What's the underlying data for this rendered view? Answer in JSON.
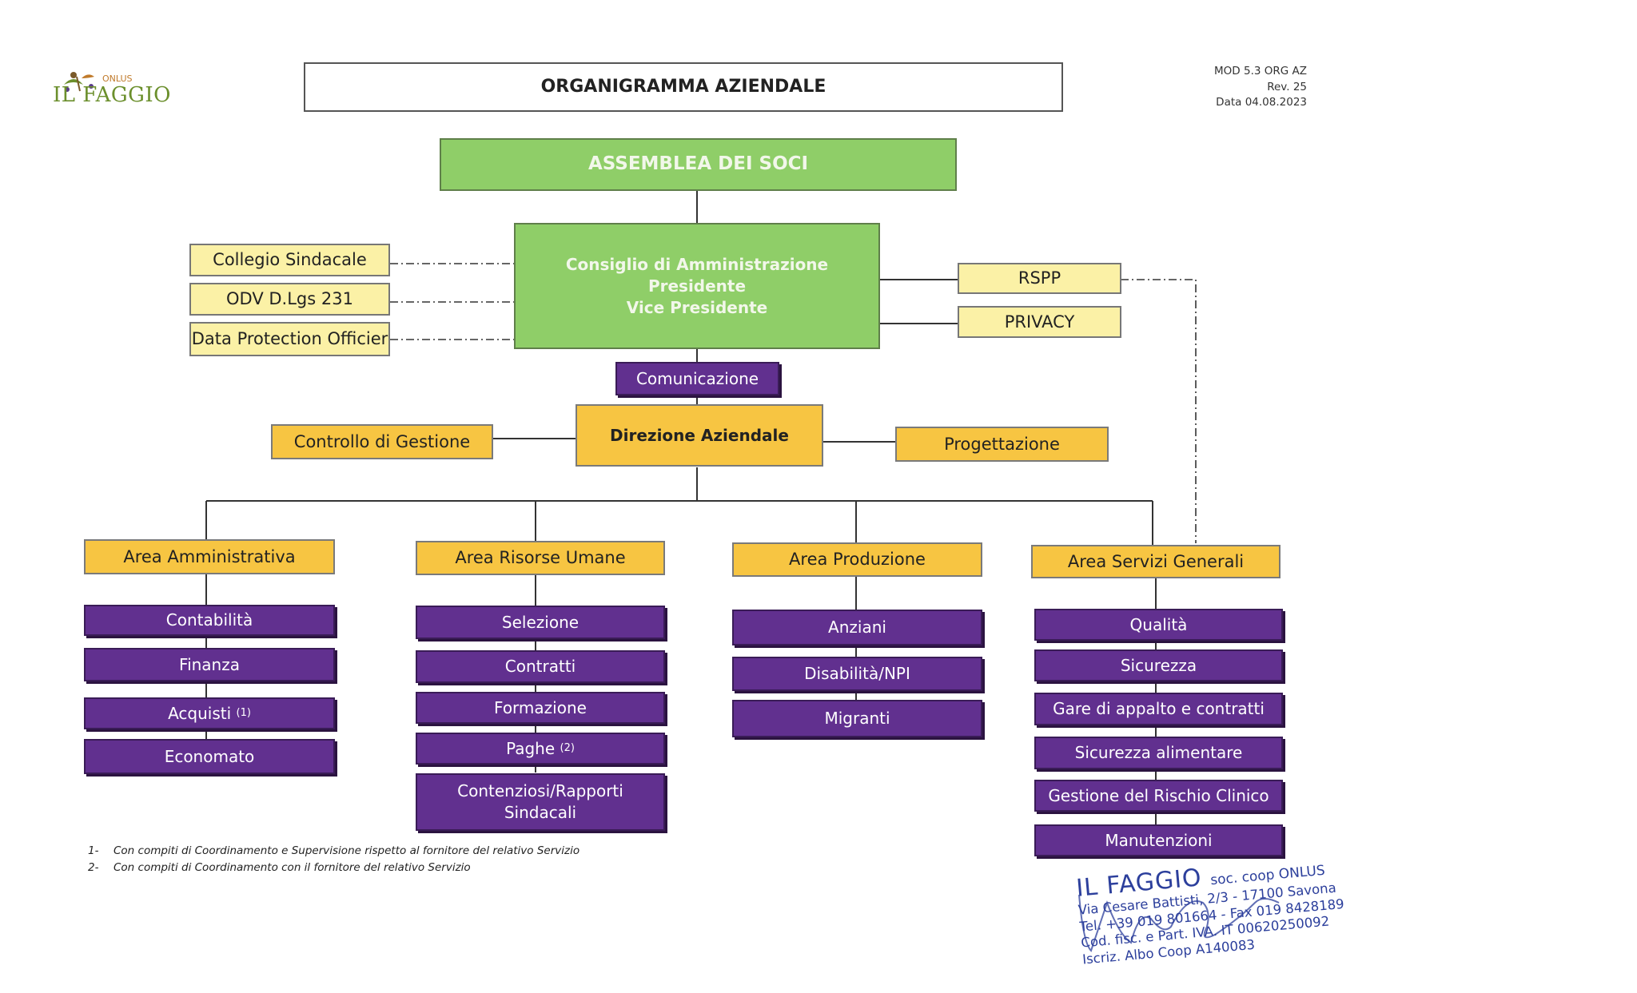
{
  "header": {
    "title": "ORGANIGRAMMA AZIENDALE",
    "ref": [
      "MOD 5.3 ORG AZ",
      "Rev. 25",
      "Data 04.08.2023"
    ]
  },
  "logo": {
    "text": "IL FAGGIO",
    "small": "ONLUS"
  },
  "top": {
    "assembly": "ASSEMBLEA DEI SOCI",
    "board": [
      "Consiglio di Amministrazione",
      "Presidente",
      "Vice Presidente"
    ]
  },
  "left_bodies": [
    "Collegio Sindacale",
    "ODV D.Lgs 231",
    "Data Protection Officier"
  ],
  "right_bodies": [
    "RSPP",
    "PRIVACY"
  ],
  "communication": "Comunicazione",
  "direction": {
    "center": "Direzione Aziendale",
    "left": "Controllo di Gestione",
    "right": "Progettazione"
  },
  "areas": [
    {
      "name": "Area Amministrativa",
      "units": [
        {
          "label": "Contabilità",
          "note": ""
        },
        {
          "label": "Finanza",
          "note": ""
        },
        {
          "label": "Acquisti",
          "note": "(1)"
        },
        {
          "label": "Economato",
          "note": ""
        }
      ]
    },
    {
      "name": "Area Risorse Umane",
      "units": [
        {
          "label": "Selezione",
          "note": ""
        },
        {
          "label": "Contratti",
          "note": ""
        },
        {
          "label": "Formazione",
          "note": ""
        },
        {
          "label": "Paghe",
          "note": "(2)"
        },
        {
          "label": "Contenziosi/Rapporti\nSindacali",
          "note": ""
        }
      ]
    },
    {
      "name": "Area Produzione",
      "units": [
        {
          "label": "Anziani",
          "note": ""
        },
        {
          "label": "Disabilità/NPI",
          "note": ""
        },
        {
          "label": "Migranti",
          "note": ""
        }
      ]
    },
    {
      "name": "Area Servizi Generali",
      "units": [
        {
          "label": "Qualità",
          "note": ""
        },
        {
          "label": "Sicurezza",
          "note": ""
        },
        {
          "label": "Gare di appalto e contratti",
          "note": ""
        },
        {
          "label": "Sicurezza alimentare",
          "note": ""
        },
        {
          "label": "Gestione del Rischio Clinico",
          "note": ""
        },
        {
          "label": "Manutenzioni",
          "note": ""
        }
      ]
    }
  ],
  "notes": [
    {
      "num": "1-",
      "text": "Con compiti di Coordinamento e Supervisione rispetto al fornitore del relativo Servizio"
    },
    {
      "num": "2-",
      "text": "Con compiti di Coordinamento con il fornitore del relativo Servizio"
    }
  ],
  "stamp": {
    "name": "IL FAGGIO",
    "type": "soc. coop  ONLUS",
    "lines": [
      "Via Cesare Battisti, 2/3 - 17100 Savona",
      "Tel. +39 019 801664 - Fax 019 8428189",
      "Cod. fisc. e Part. IVA. IT 00620250092",
      "Iscriz. Albo Coop  A140083"
    ]
  },
  "colors": {
    "green": "#8fce68",
    "light_yellow": "#fbf1a6",
    "yellow": "#f7c542",
    "purple": "#61308f",
    "stamp_blue": "#2c3f9c"
  }
}
